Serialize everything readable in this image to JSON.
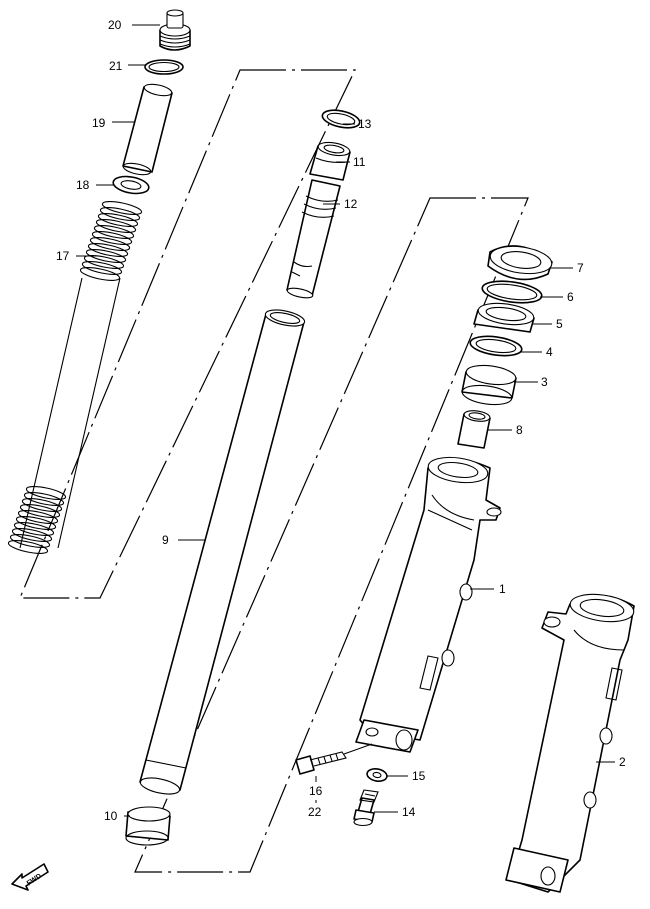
{
  "labels": {
    "p1": "1",
    "p2": "2",
    "p3": "3",
    "p4": "4",
    "p5": "5",
    "p6": "6",
    "p7": "7",
    "p8": "8",
    "p9": "9",
    "p10": "10",
    "p11": "11",
    "p12": "12",
    "p13": "13",
    "p14": "14",
    "p15": "15",
    "p16": "16",
    "p17": "17",
    "p18": "18",
    "p19": "19",
    "p20": "20",
    "p21": "21",
    "p22": "22"
  },
  "fwd_marker": "FWD"
}
